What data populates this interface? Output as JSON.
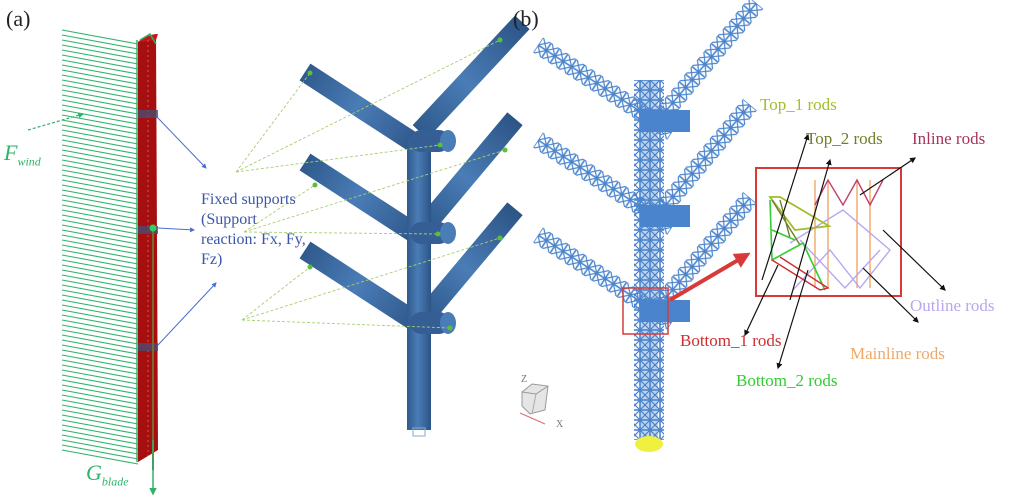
{
  "figure": {
    "panels": [
      {
        "id": "a",
        "label": "(a)"
      },
      {
        "id": "b",
        "label": "(b)"
      }
    ],
    "panel_a": {
      "force_wind_label": {
        "main": "F",
        "sub": "wind"
      },
      "gravity_label": {
        "main": "G",
        "sub": "blade"
      },
      "fixed_supports_text": "Fixed supports (Support reaction: Fx, Fy, Fz)",
      "colors": {
        "blade": "#a60f0f",
        "wind_arrows": "#2fb36a",
        "structure": "#3f6ea8",
        "support_leaders": "#a8cf72",
        "annotation": "#3a56a8"
      }
    },
    "panel_b": {
      "rod_labels": [
        {
          "key": "top1",
          "text": "Top_1 rods",
          "color": "#9fbf2a"
        },
        {
          "key": "top2",
          "text": "Top_2 rods",
          "color": "#6e7f2a"
        },
        {
          "key": "inline",
          "text": "Inline rods",
          "color": "#a8335a"
        },
        {
          "key": "outline",
          "text": "Outline rods",
          "color": "#b9a6ee"
        },
        {
          "key": "bottom1",
          "text": "Bottom_1 rods",
          "color": "#cc2f2f"
        },
        {
          "key": "mainline",
          "text": "Mainline rods",
          "color": "#f0a868"
        },
        {
          "key": "bottom2",
          "text": "Bottom_2 rods",
          "color": "#33cc33"
        }
      ],
      "view_cube": {
        "axis_z": "Z",
        "axis_x": "X"
      },
      "colors": {
        "lattice": "#4a84cc",
        "highlight_box": "#d83a3a",
        "base_support": "#f0f040"
      }
    }
  }
}
